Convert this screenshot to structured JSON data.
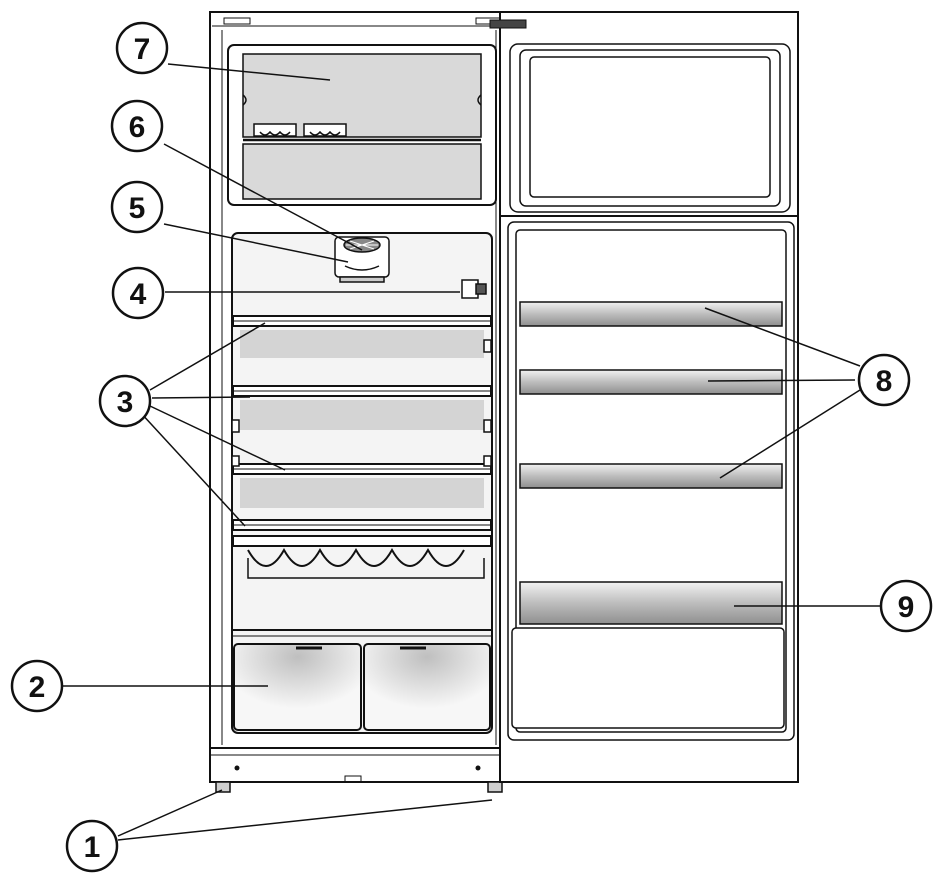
{
  "diagram": {
    "callouts": [
      {
        "id": "1",
        "label": "1"
      },
      {
        "id": "2",
        "label": "2"
      },
      {
        "id": "3",
        "label": "3"
      },
      {
        "id": "4",
        "label": "4"
      },
      {
        "id": "5",
        "label": "5"
      },
      {
        "id": "6",
        "label": "6"
      },
      {
        "id": "7",
        "label": "7"
      },
      {
        "id": "8",
        "label": "8"
      },
      {
        "id": "9",
        "label": "9"
      }
    ]
  },
  "colors": {
    "line": "#111111",
    "body_fill": "#ffffff",
    "shade": "#d9d9d9"
  }
}
